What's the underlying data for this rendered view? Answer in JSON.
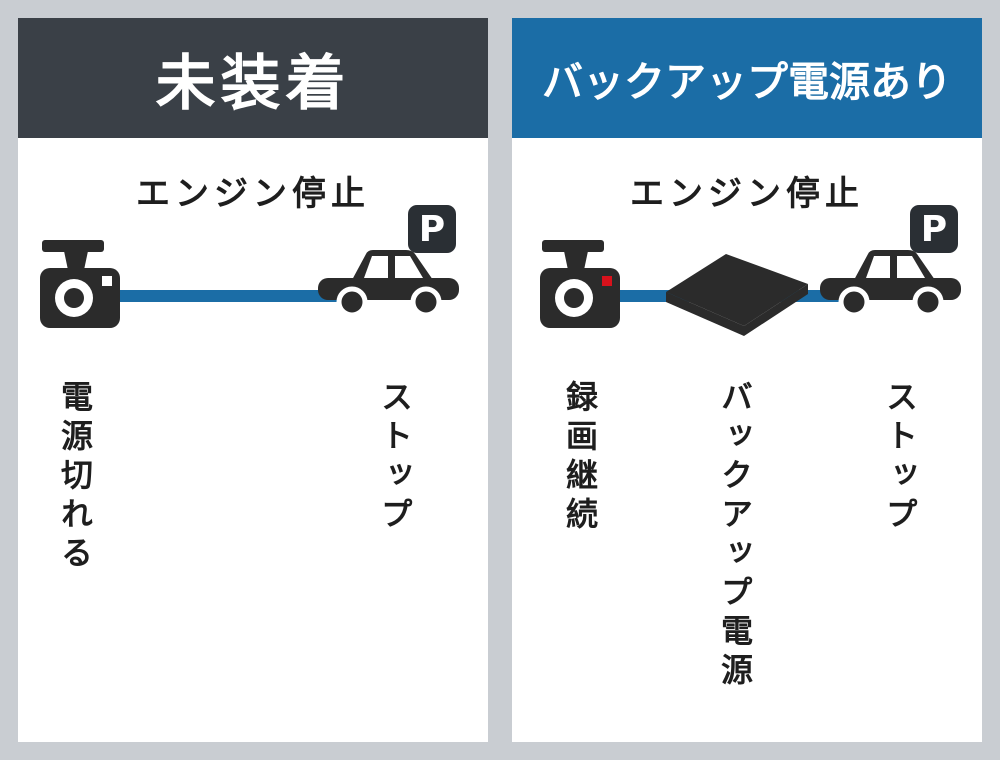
{
  "panels": [
    {
      "id": "without-backup",
      "title": "未装着",
      "subtitle": "エンジン停止",
      "parking_label": "P",
      "camera_status": "電源切れる",
      "car_status": "ストップ"
    },
    {
      "id": "with-backup",
      "title": "バックアップ電源あり",
      "subtitle": "エンジン停止",
      "parking_label": "P",
      "camera_status": "録画継続",
      "device_label": "バックアップ電源",
      "car_status": "ストップ"
    }
  ],
  "icons": {
    "camera": "dashcam-icon",
    "car": "car-icon",
    "parking": "parking-sign",
    "device": "backup-battery-icon",
    "record_indicator": "record-dot-icon",
    "connector": "power-line"
  },
  "colors": {
    "background": "#c9cdd2",
    "panel_bg": "#ffffff",
    "header_dark": "#3a4047",
    "header_blue": "#1b6da6",
    "connector_blue": "#1b6da6",
    "icon_dark": "#2b2b2b",
    "record_red": "#d8121c",
    "text": "#1e1e1e"
  }
}
